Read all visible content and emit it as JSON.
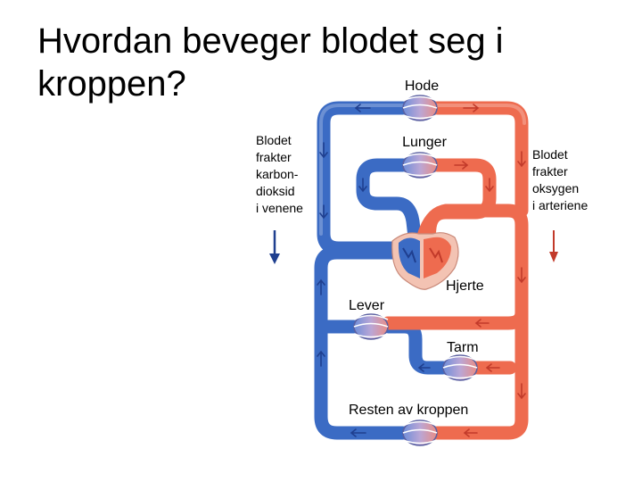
{
  "slide": {
    "title_line1": "Hvordan beveger blodet seg i",
    "title_line2": "kroppen?"
  },
  "diagram": {
    "organs": {
      "head": "Hode",
      "lungs": "Lunger",
      "heart": "Hjerte",
      "liver": "Lever",
      "intestine": "Tarm",
      "rest": "Resten av kroppen"
    },
    "left_note": [
      "Blodet",
      "frakter",
      "karbon-",
      "dioksid",
      "i venene"
    ],
    "right_note": [
      "Blodet",
      "frakter",
      "oksygen",
      "i arteriene"
    ],
    "colors": {
      "vein": "#3b6bc4",
      "artery": "#ee6b4f",
      "arrow_blue": "#1f3f8f",
      "arrow_red": "#c23a2a"
    }
  }
}
